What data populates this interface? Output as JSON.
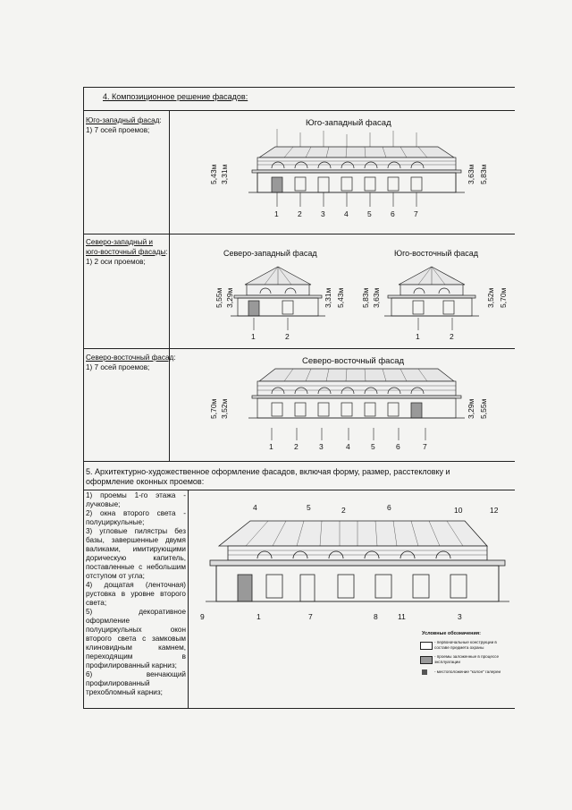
{
  "section4": {
    "title": "4. Композиционное решение фасадов:",
    "rows": [
      {
        "label": "Юго-западный фасад",
        "colon": ":",
        "detail": "1) 7 осей проемов;"
      },
      {
        "label1": "Северо-западный и",
        "label2": "юго-восточный фасады",
        "colon": ":",
        "detail": "1) 2 оси проемов;"
      },
      {
        "label": "Северо-восточный фасад",
        "colon": ":",
        "detail": "1) 7 осей проемов;"
      }
    ]
  },
  "drawings": {
    "sw": {
      "title": "Юго-западный фасад",
      "dims_left": [
        "5,43м",
        "3,31м"
      ],
      "dims_right": [
        "3,63м",
        "5,83м"
      ],
      "axes": [
        "1",
        "2",
        "3",
        "4",
        "5",
        "6",
        "7"
      ]
    },
    "nw": {
      "title": "Северо-западный фасад",
      "dims_left": [
        "5,55м",
        "3,29м"
      ],
      "dims_right": [
        "3,31м",
        "5,43м"
      ],
      "axes": [
        "1",
        "2"
      ]
    },
    "se": {
      "title": "Юго-восточный фасад",
      "dims_left": [
        "5,83м",
        "3,63м"
      ],
      "dims_right": [
        "3,52м",
        "5,70м"
      ],
      "axes": [
        "1",
        "2"
      ]
    },
    "ne": {
      "title": "Северо-восточный фасад",
      "dims_left": [
        "5,70м",
        "3,52м"
      ],
      "dims_right": [
        "3,29м",
        "5,55м"
      ],
      "axes": [
        "1",
        "2",
        "3",
        "4",
        "5",
        "6",
        "7"
      ]
    }
  },
  "section5": {
    "title_line1": "5.   Архитектурно-художественное   оформление   фасадов,   включая   форму,   размер,   расстекловку   и",
    "title_line2": "оформление оконных проемов:",
    "items": [
      "1) проемы 1-го этажа - лучковые;",
      "2) окна второго света - полуциркульные;",
      "3) угловые пилястры без базы, завершенные двумя валиками, имитирующими дорическую капитель, поставленные с небольшим отступом от угла;",
      "4) дощатая (ленточная) рустовка в уровне второго света;",
      "5) декоративное оформление полуциркульных окон второго света с замковым клиновидным камнем, переходящим в профилированный карниз;",
      "6) венчающий профилированный трехобломный карниз;"
    ],
    "callouts": [
      "4",
      "5",
      "2",
      "6",
      "10",
      "12",
      "9",
      "1",
      "7",
      "8",
      "11",
      "3"
    ],
    "legend": {
      "title": "Условные обозначения:",
      "items": [
        "- первоначальные конструкции в составе предмета охраны",
        "- проемы заложенные в процессе эксплуатации",
        "- местоположение \"колон\" галереи"
      ]
    }
  }
}
